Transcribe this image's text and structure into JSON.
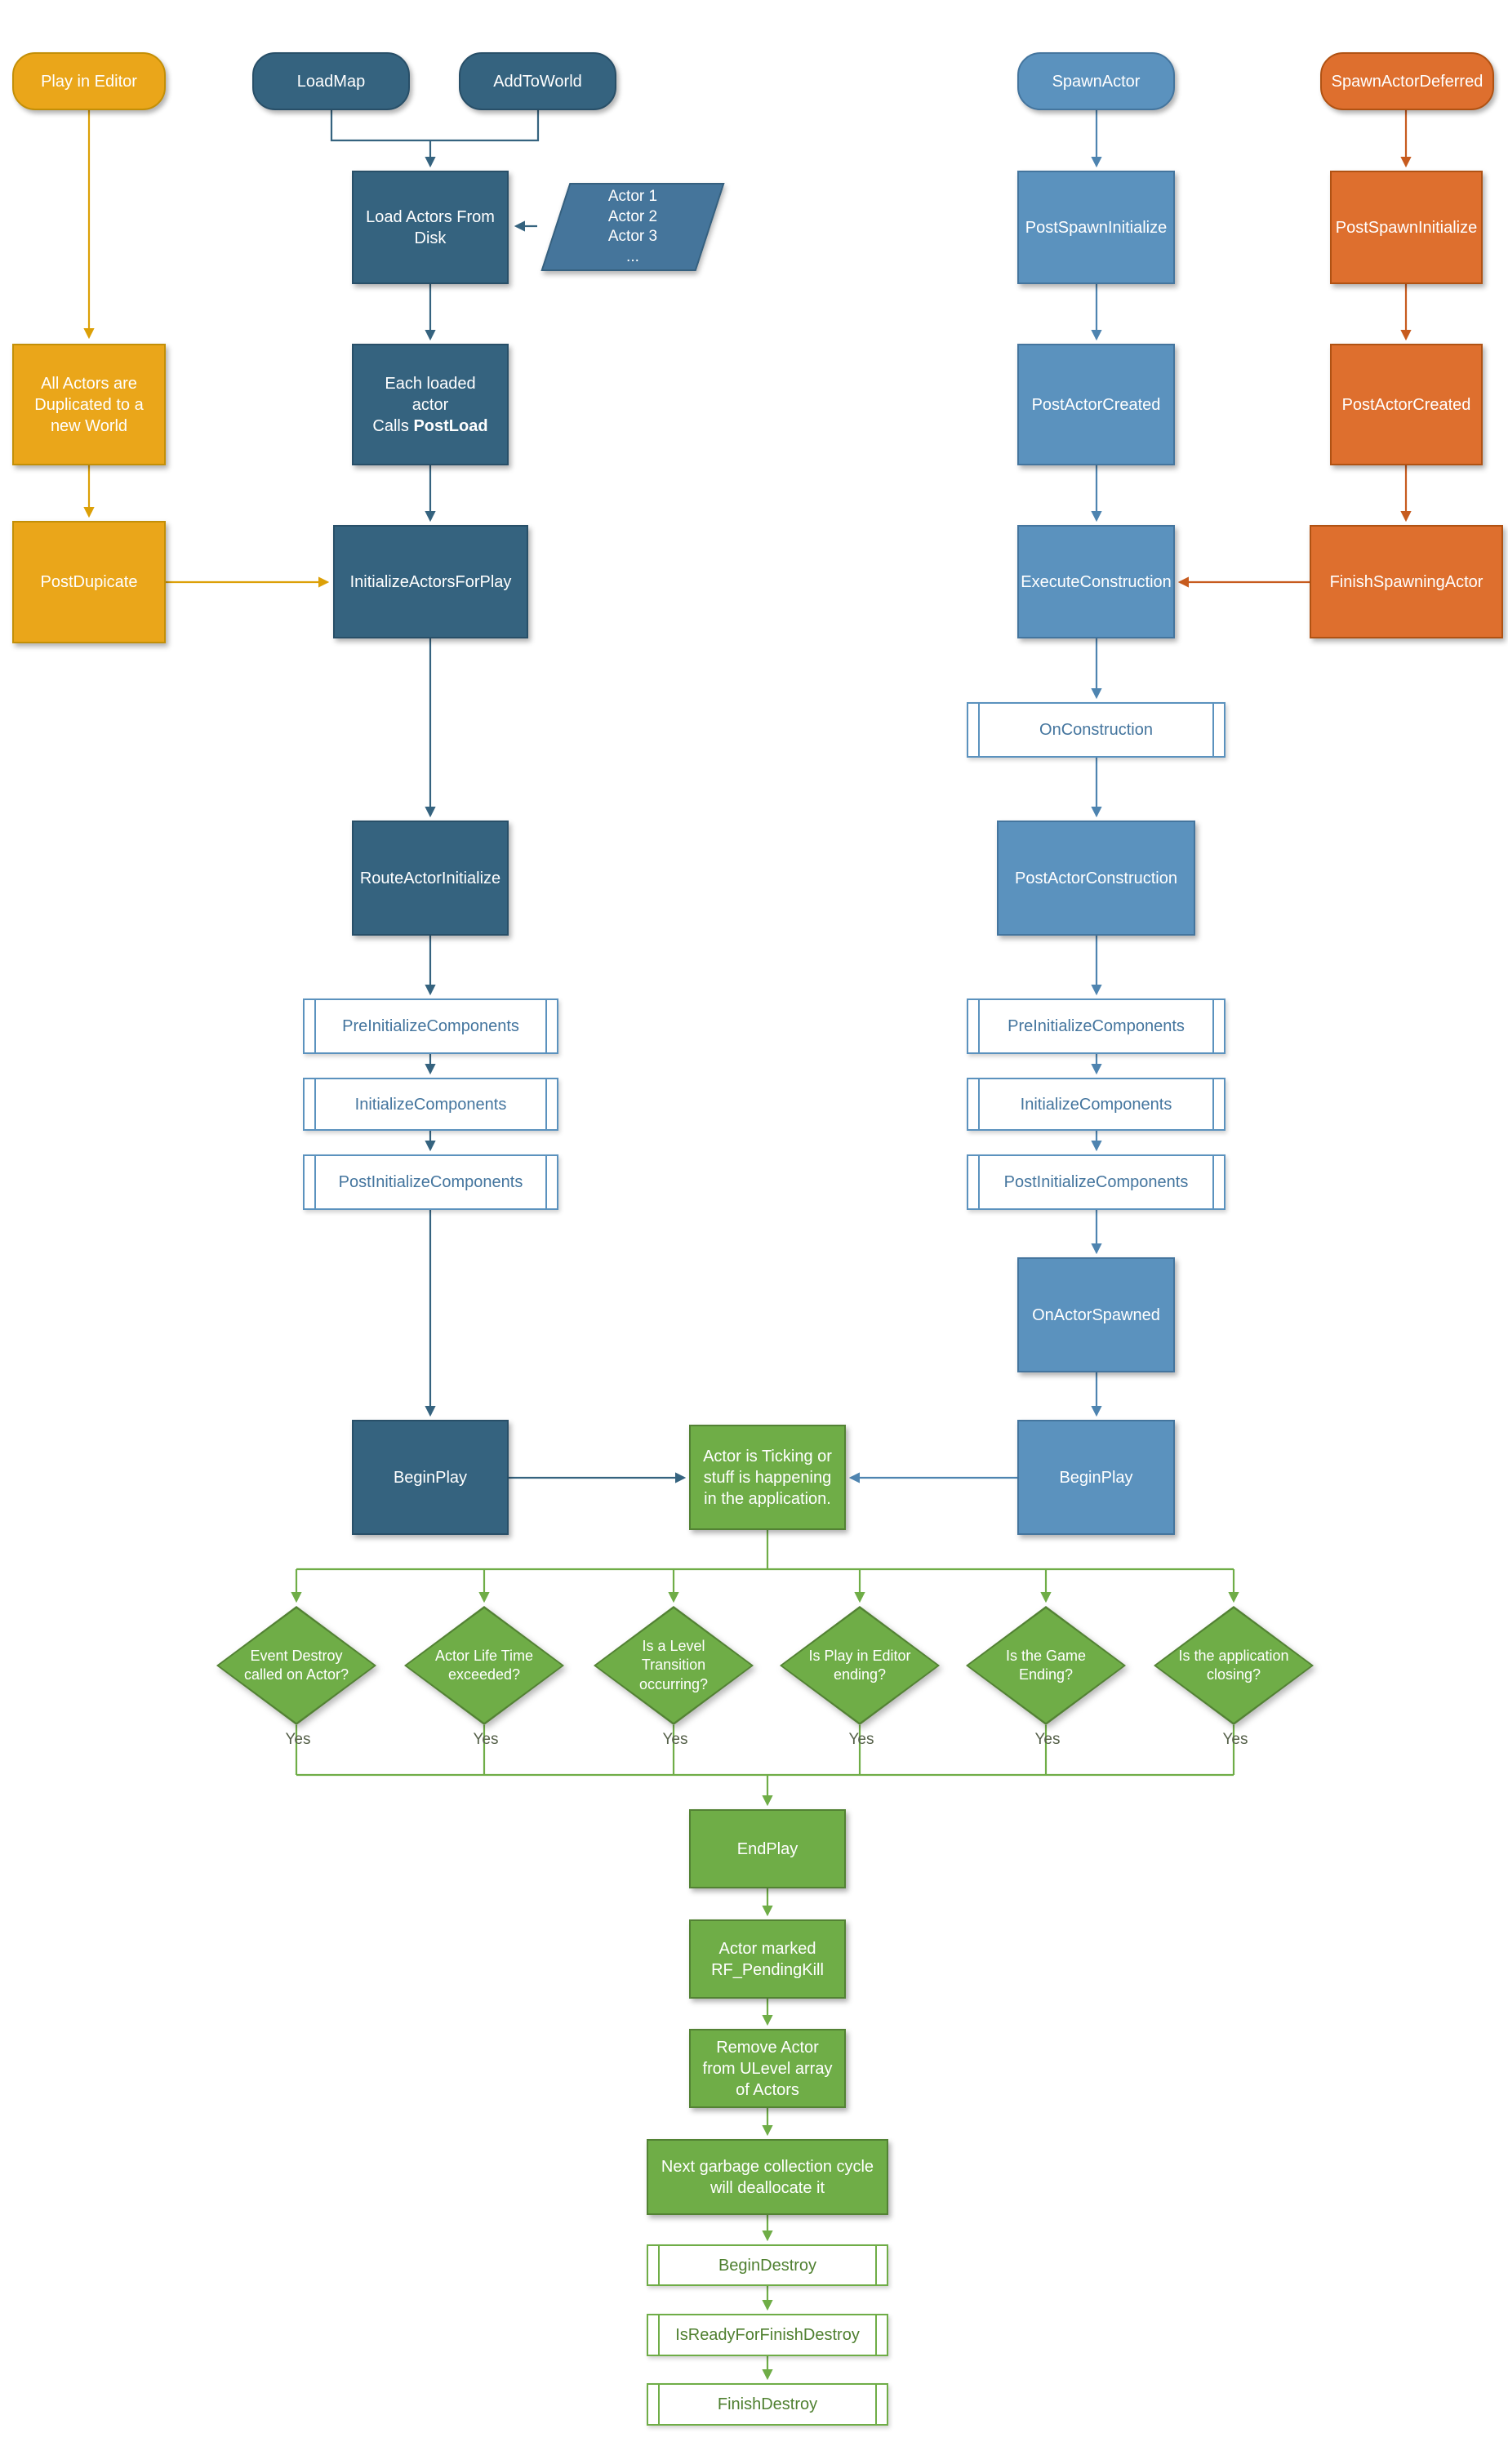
{
  "colors": {
    "yellow_fill": "#EAA61A",
    "yellow_border": "#C38F07",
    "yellow_arrow": "#DCA007",
    "dark_blue_fill": "#35637F",
    "dark_blue_border": "#284F68",
    "blue_fill": "#5B92BE",
    "blue_border": "#44759E",
    "blue_arrow": "#4E84B0",
    "orange_fill": "#DE6F2E",
    "orange_border": "#B05213",
    "orange_arrow": "#C75B1E",
    "green_fill": "#6FAD47",
    "green_border": "#538234",
    "subprocess_fill": "#FFFFFF"
  },
  "diagram": {
    "yes_label": "Yes",
    "nodes": {
      "play_in_editor": {
        "label": "Play in Editor"
      },
      "all_actors_duplicated": {
        "label": "All Actors are Duplicated to a new World"
      },
      "post_dupicate": {
        "label": "PostDupicate"
      },
      "load_map": {
        "label": "LoadMap"
      },
      "add_to_world": {
        "label": "AddToWorld"
      },
      "load_actors_from_disk": {
        "label": "Load Actors From Disk"
      },
      "actor_list": {
        "label": "Actor 1\nActor 2\nActor 3\n..."
      },
      "each_loaded_actor": {
        "line1": "Each loaded actor",
        "line2": "Calls",
        "line2_bold": "PostLoad"
      },
      "initialize_actors_for_play": {
        "label": "InitializeActorsForPlay"
      },
      "route_actor_initialize": {
        "label": "RouteActorInitialize"
      },
      "pre_initialize_components_left": {
        "label": "PreInitializeComponents"
      },
      "initialize_components_left": {
        "label": "InitializeComponents"
      },
      "post_initialize_components_left": {
        "label": "PostInitializeComponents"
      },
      "begin_play_left": {
        "label": "BeginPlay"
      },
      "spawn_actor": {
        "label": "SpawnActor"
      },
      "post_spawn_initialize_blue": {
        "label": "PostSpawnInitialize"
      },
      "post_actor_created_blue": {
        "label": "PostActorCreated"
      },
      "execute_construction": {
        "label": "ExecuteConstruction"
      },
      "on_construction": {
        "label": "OnConstruction"
      },
      "post_actor_construction": {
        "label": "PostActorConstruction"
      },
      "pre_initialize_components_right": {
        "label": "PreInitializeComponents"
      },
      "initialize_components_right": {
        "label": "InitializeComponents"
      },
      "post_initialize_components_right": {
        "label": "PostInitializeComponents"
      },
      "on_actor_spawned": {
        "label": "OnActorSpawned"
      },
      "begin_play_right": {
        "label": "BeginPlay"
      },
      "spawn_actor_deferred": {
        "label": "SpawnActorDeferred"
      },
      "post_spawn_initialize_orange": {
        "label": "PostSpawnInitialize"
      },
      "post_actor_created_orange": {
        "label": "PostActorCreated"
      },
      "finish_spawning_actor": {
        "label": "FinishSpawningActor"
      },
      "actor_ticking": {
        "label": "Actor is Ticking or stuff is happening in the application."
      },
      "event_destroy": {
        "label": "Event Destroy called on Actor?"
      },
      "life_time_exceeded": {
        "label": "Actor Life Time exceeded?"
      },
      "level_transition": {
        "label": "Is a Level Transition occurring?"
      },
      "play_in_editor_ending": {
        "label": "Is Play in Editor ending?"
      },
      "game_ending": {
        "label": "Is the Game Ending?"
      },
      "application_closing": {
        "label": "Is the application closing?"
      },
      "end_play": {
        "label": "EndPlay"
      },
      "actor_marked_pending_kill": {
        "label": "Actor marked RF_PendingKill"
      },
      "remove_actor_from_ulevel": {
        "label": "Remove Actor from ULevel array of Actors"
      },
      "next_garbage_collection": {
        "label": "Next garbage collection cycle will deallocate it"
      },
      "begin_destroy": {
        "label": "BeginDestroy"
      },
      "is_ready_for_finish_destroy": {
        "label": "IsReadyForFinishDestroy"
      },
      "finish_destroy": {
        "label": "FinishDestroy"
      }
    }
  }
}
